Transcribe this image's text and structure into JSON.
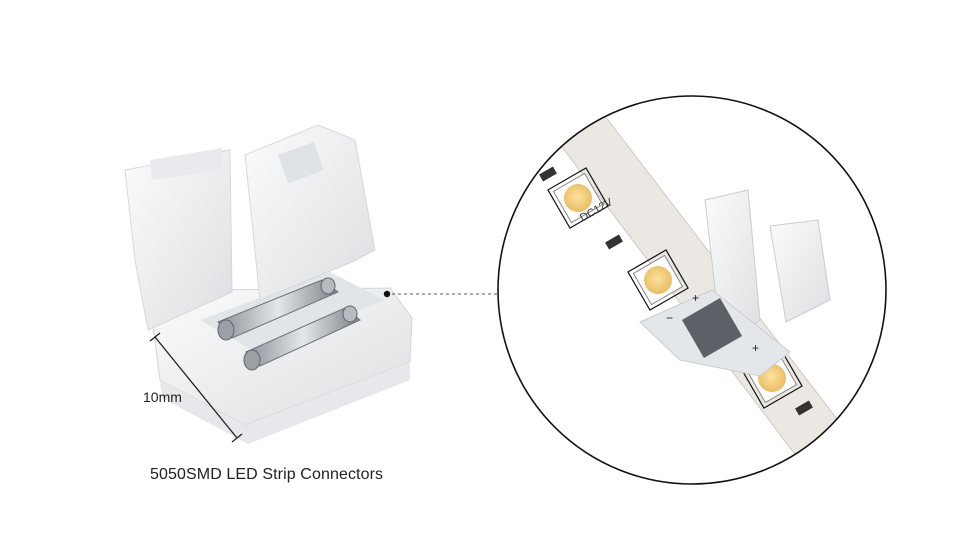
{
  "caption": "5050SMD LED Strip Connectors",
  "dimension_label": "10mm",
  "strip_print": "DC12V",
  "colors": {
    "background": "#ffffff",
    "connector_plastic": "#f2f3f4",
    "strip_pcb": "#ece9e4",
    "led_yellow": "#f3cf7a",
    "outline": "#111111"
  }
}
